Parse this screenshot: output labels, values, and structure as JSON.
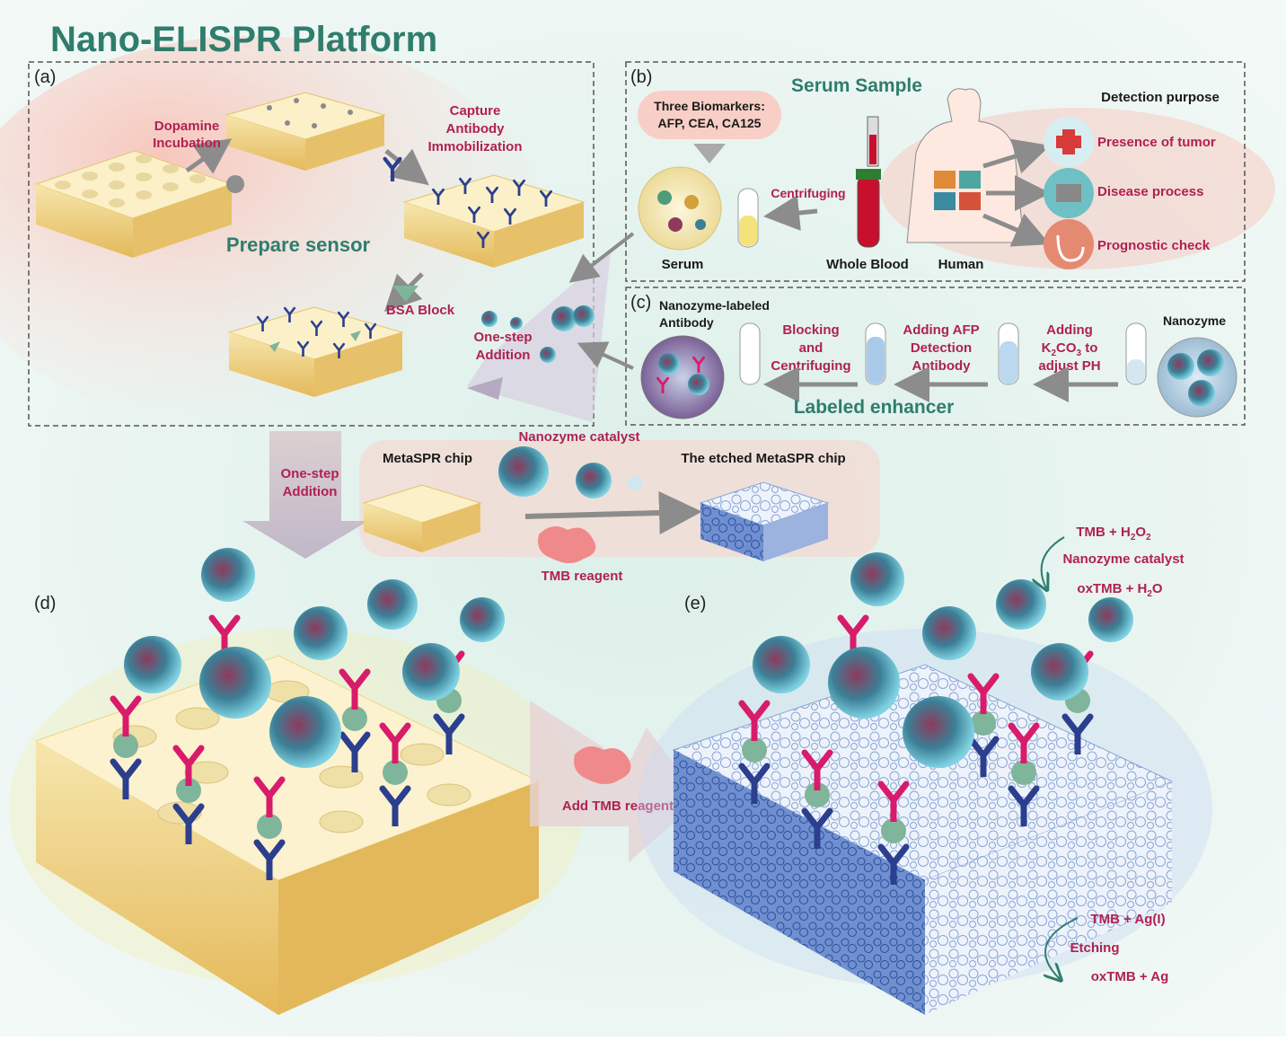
{
  "title": "Nano-ELISPR Platform",
  "panel_a": {
    "label": "(a)",
    "dopamine": [
      "Dopamine",
      "Incubation"
    ],
    "capture": [
      "Capture",
      "Antibody",
      "Immobilization"
    ],
    "prepare": "Prepare sensor",
    "bsa": "BSA Block",
    "one_step": [
      "One-step",
      "Addition"
    ]
  },
  "panel_b": {
    "label": "(b)",
    "serum_sample": "Serum Sample",
    "biomarkers": [
      "Three Biomarkers:",
      "AFP, CEA, CA125"
    ],
    "centrifuging": "Centrifuging",
    "serum": "Serum",
    "whole_blood": "Whole Blood",
    "human": "Human",
    "detection_purpose": "Detection purpose",
    "purposes": [
      "Presence of tumor",
      "Disease process",
      "Prognostic check"
    ]
  },
  "panel_c": {
    "label": "(c)",
    "nanozyme_labeled": [
      "Nanozyme-labeled",
      "Antibody"
    ],
    "blocking": [
      "Blocking",
      "and",
      "Centrifuging"
    ],
    "adding_afp": [
      "Adding AFP",
      "Detection",
      "Antibody"
    ],
    "adding_k2co3": [
      "Adding",
      "K",
      "2",
      "CO",
      "3",
      " to",
      "adjust PH"
    ],
    "nanozyme": "Nanozyme",
    "labeled_enhancer": "Labeled enhancer"
  },
  "middle": {
    "one_step": [
      "One-step",
      "Addition"
    ],
    "metaspr_chip": "MetaSPR chip",
    "nanozyme_catalyst": "Nanozyme catalyst",
    "etched_chip": "The etched MetaSPR chip",
    "tmb_reagent": "TMB reagent"
  },
  "panel_d": {
    "label": "(d)"
  },
  "panel_e": {
    "label": "(e)",
    "add_tmb": "Add TMB reagent",
    "reaction1": {
      "top": [
        "TMB + H",
        "2",
        "O",
        "2"
      ],
      "middle": "Nanozyme catalyst",
      "bottom": [
        "oxTMB + H",
        "2",
        "O"
      ]
    },
    "reaction2": {
      "top": "TMB + Ag(I)",
      "middle": "Etching",
      "bottom": "oxTMB + Ag"
    }
  },
  "colors": {
    "title_green": "#2f7d6d",
    "label_red": "#b02152",
    "antibody_blue": "#2b3f8e",
    "antibody_pink": "#d81b6a",
    "nanozyme_cyan": "#4fb5c9",
    "sensor_yellow": "#f2d98a",
    "etched_blue": "#5a7cc4"
  },
  "icons": [
    "plus-cross-icon",
    "building-icon",
    "stethoscope-icon",
    "blood-tube-icon",
    "syringe-icon",
    "human-body-icon",
    "nanoparticle-icon",
    "antibody-icon",
    "amoeba-icon",
    "test-tube-icon"
  ]
}
